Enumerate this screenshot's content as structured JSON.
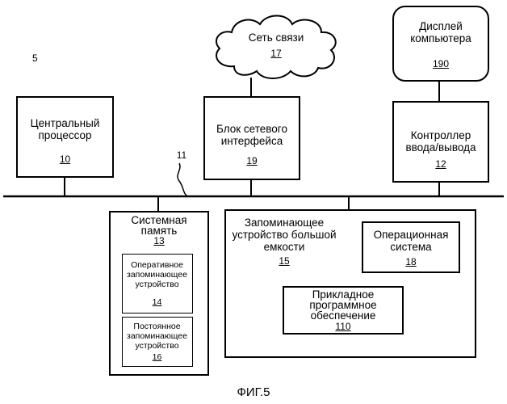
{
  "figure": {
    "number": "5",
    "caption": "ФИГ.5",
    "bus_ref": "11"
  },
  "network": {
    "title": "Сеть связи",
    "ref": "17"
  },
  "display": {
    "title_line1": "Дисплей",
    "title_line2": "компьютера",
    "ref": "190"
  },
  "cpu": {
    "title_line1": "Центральный",
    "title_line2": "процессор",
    "ref": "10"
  },
  "nic": {
    "title_line1": "Блок сетевого",
    "title_line2": "интерфейса",
    "ref": "19"
  },
  "io": {
    "title_line1": "Контроллер",
    "title_line2": "ввода/вывода",
    "ref": "12"
  },
  "sysmem": {
    "title_line1": "Системная",
    "title_line2": "память",
    "ref": "13",
    "ram": {
      "line1": "Оперативное",
      "line2": "запоминающее",
      "line3": "устройство",
      "ref": "14"
    },
    "rom": {
      "line1": "Постоянное",
      "line2": "запоминающее",
      "line3": "устройство",
      "ref": "16"
    }
  },
  "storage": {
    "title_line1": "Запоминающее",
    "title_line2": "устройство большой",
    "title_line3": "емкости",
    "ref": "15",
    "os": {
      "line1": "Операционная",
      "line2": "система",
      "ref": "18"
    },
    "app": {
      "line1": "Прикладное",
      "line2": "программное",
      "line3": "обеспечение",
      "ref": "110"
    }
  }
}
